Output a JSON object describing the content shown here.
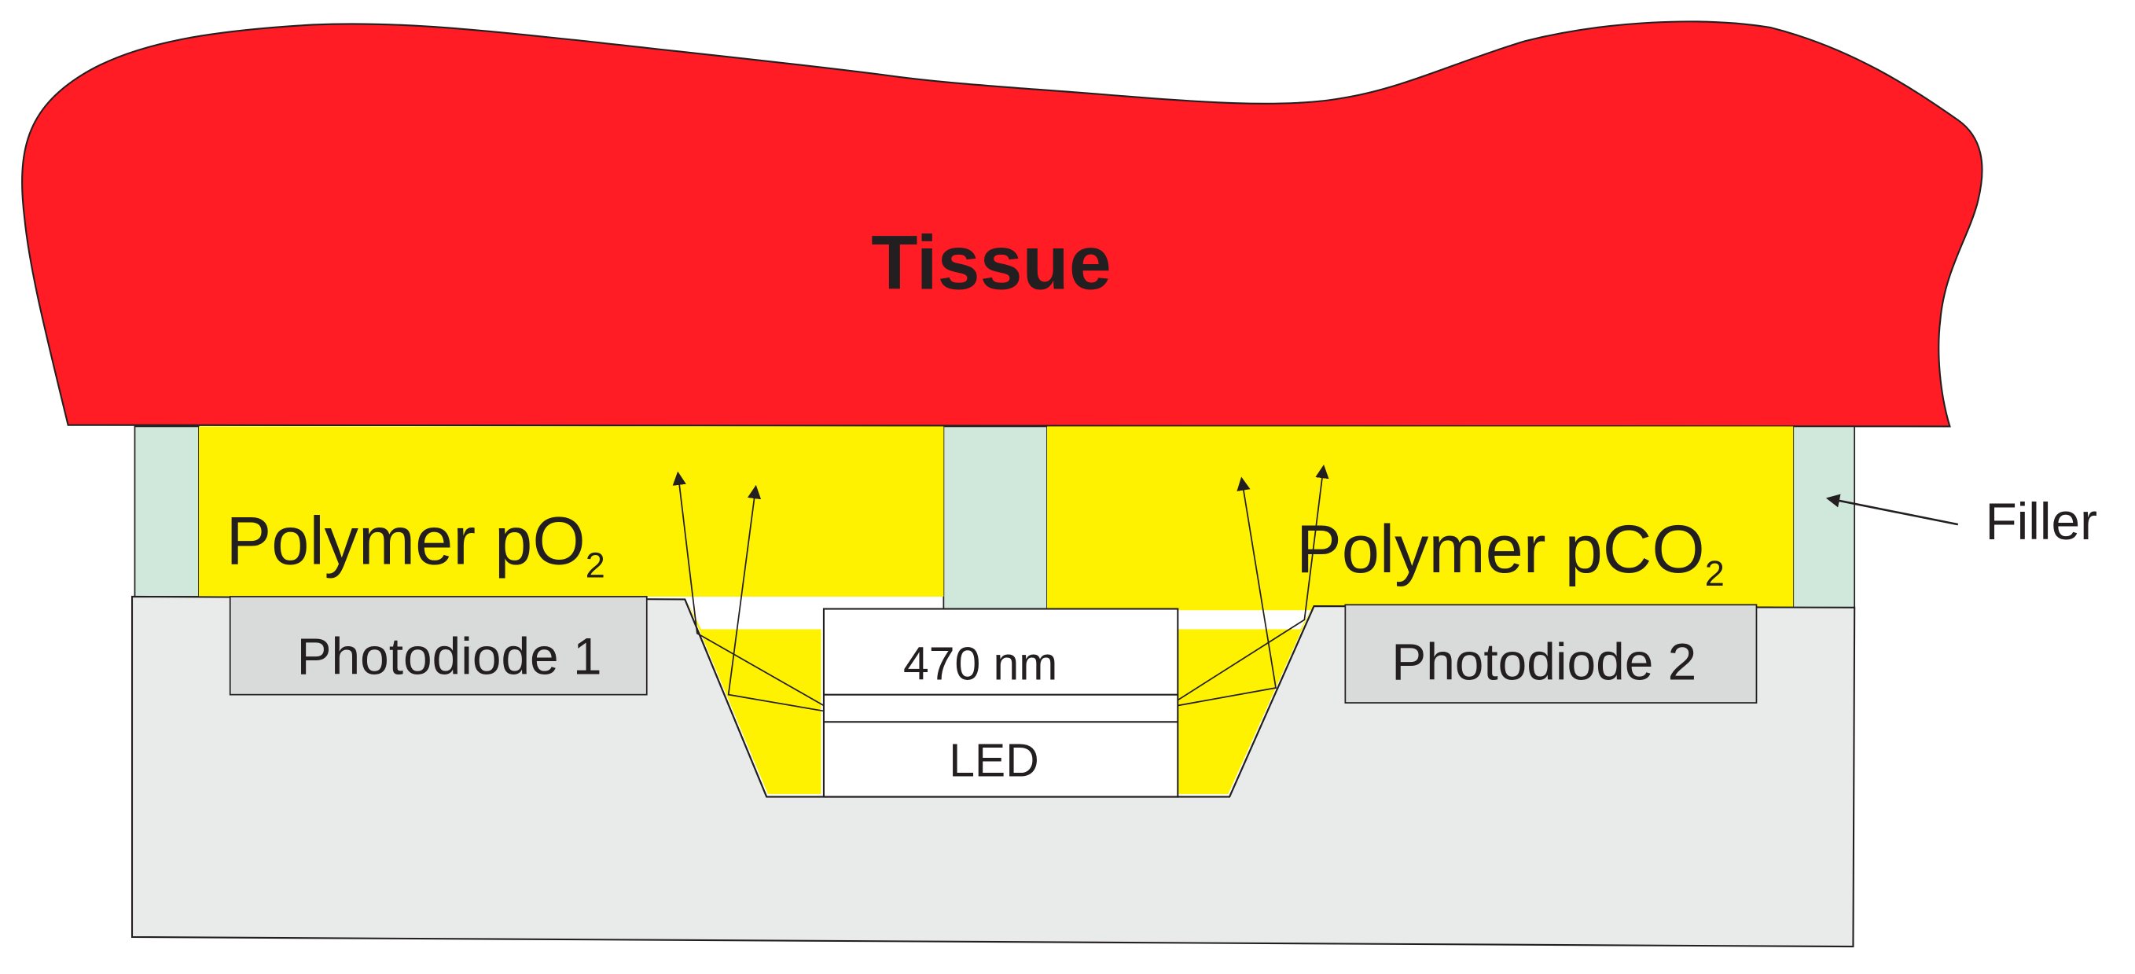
{
  "labels": {
    "tissue": "Tissue",
    "polymer_po2": "Polymer pO",
    "polymer_po2_sub": "2",
    "polymer_pco2": "Polymer pCO",
    "polymer_pco2_sub": "2",
    "photodiode_1": "Photodiode 1",
    "photodiode_2": "Photodiode 2",
    "led_wavelength": "470 nm",
    "led": "LED",
    "filler": "Filler"
  },
  "colors": {
    "tissue": "#ff1c24",
    "polymer": "#fff200",
    "filler": "#cfe8db",
    "substrate": "#e9ebea",
    "photodiode": "#d9dbda",
    "led": "#ffffff",
    "outline": "#231f20"
  }
}
